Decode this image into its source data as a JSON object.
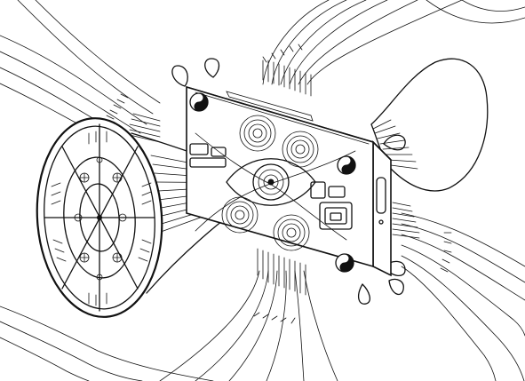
{
  "artwork": {
    "style": "black ink line drawing on white paper",
    "ink_color": "#111111",
    "paper_color": "#ffffff",
    "elements": [
      "disc-lens",
      "light-cone",
      "central-box",
      "swirl-eye",
      "spiral-circles",
      "yin-yang-icons",
      "loop-handles",
      "hatched-bands",
      "flowing-lines",
      "balloon-shape"
    ]
  }
}
